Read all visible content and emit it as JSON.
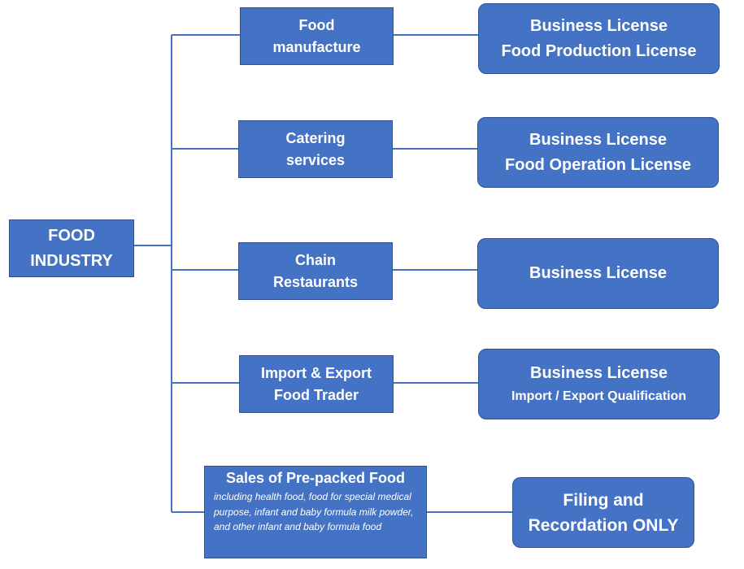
{
  "root": {
    "lines": [
      "FOOD",
      "INDUSTRY"
    ]
  },
  "categories": [
    {
      "lines": [
        "Food",
        "manufacture"
      ],
      "licenses": [
        "Business License",
        "Food Production License"
      ]
    },
    {
      "lines": [
        "Catering",
        "services"
      ],
      "licenses": [
        "Business License",
        "Food Operation License"
      ]
    },
    {
      "lines": [
        "Chain",
        "Restaurants"
      ],
      "licenses": [
        "Business License"
      ]
    },
    {
      "lines": [
        "Import & Export",
        "Food Trader"
      ],
      "licenses": [
        "Business License",
        "Import / Export Qualification"
      ]
    },
    {
      "title": "Sales of Pre-packed Food",
      "description": "including health food, food for special medical purpose, infant and baby formula milk powder, and other infant and baby formula food",
      "licenses": [
        "Filing and",
        "Recordation ONLY"
      ]
    }
  ],
  "colors": {
    "box_fill": "#4472c4",
    "box_border": "#2f528f",
    "connector": "#4472c4",
    "text": "#ffffff"
  }
}
